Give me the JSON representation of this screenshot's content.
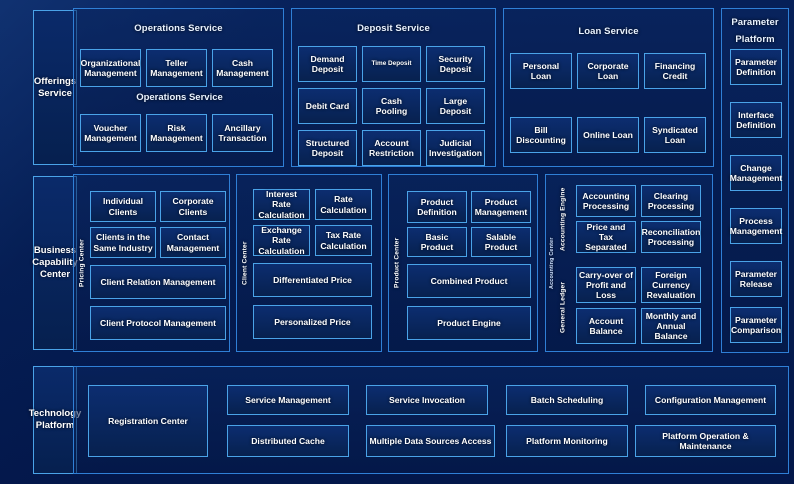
{
  "theme": {
    "bg": "#041a4e",
    "panel_border": "#2f7fd6",
    "tile_border": "#4aa3e8",
    "text": "#ffffff"
  },
  "rows": {
    "offerings": {
      "label": "Offerings\nService",
      "label_line1": "Offerings",
      "label_line2": "Service"
    },
    "business": {
      "label_line1": "Business",
      "label_line2": "Capability",
      "label_line3": "Center"
    },
    "technology": {
      "label_line1": "Technology",
      "label_line2": "Platform"
    }
  },
  "offerings_service": {
    "groups": [
      {
        "title": "Operations Service",
        "overlay_title": "Operations Service",
        "tiles": [
          "Organizational Management",
          "Teller Management",
          "Cash Management",
          "Voucher Management",
          "Risk Management",
          "Ancillary Transaction"
        ]
      },
      {
        "title": "Deposit Service",
        "tiles": [
          "Demand Deposit",
          "Time Deposit",
          "Security Deposit",
          "Debit Card",
          "Cash Pooling",
          "Large Deposit",
          "Structured Deposit",
          "Account Restriction",
          "Judicial Investigation"
        ]
      },
      {
        "title": "Loan Service",
        "tiles": [
          "Personal Loan",
          "Corporate Loan",
          "Financing Credit",
          "Bill Discounting",
          "Online Loan",
          "Syndicated Loan"
        ]
      }
    ]
  },
  "parameter_platform": {
    "title_line1": "Parameter",
    "title_line2": "Platform",
    "tiles": [
      "Parameter Definition",
      "Interface Definition",
      "Change Management",
      "Process Management",
      "Parameter Release",
      "Parameter Comparison"
    ]
  },
  "business_capability_center": {
    "centers": [
      {
        "vertical_label": "Pricing Center",
        "tiles": [
          "Individual Clients",
          "Corporate Clients",
          "Clients in the Same Industry",
          "Contact Management"
        ],
        "wide_tiles": [
          "Client Relation Management",
          "Client Protocol Management"
        ]
      },
      {
        "vertical_label": "Client Center",
        "tiles": [
          "Interest Rate Calculation",
          "Rate Calculation",
          "Exchange Rate Calculation",
          "Tax Rate Calculation"
        ],
        "wide_tiles": [
          "Differentiated Price",
          "Personalized Price"
        ]
      },
      {
        "vertical_label": "Product Center",
        "tiles": [
          "Product Definition",
          "Product Management",
          "Basic Product",
          "Salable Product"
        ],
        "wide_tiles": [
          "Combined Product",
          "Product Engine"
        ]
      },
      {
        "vertical_label": "Accounting Center",
        "sub_label_top": "Accounting Engine",
        "sub_label_bottom": "General Ledger",
        "engine_tiles": [
          "Accounting Processing",
          "Clearing Processing",
          "Price and Tax Separated",
          "Reconciliation Processing"
        ],
        "ledger_tiles": [
          "Carry-over of Profit and Loss",
          "Foreign Currency Revaluation",
          "Account Balance",
          "Monthly and Annual Balance"
        ]
      }
    ]
  },
  "technology_platform": {
    "registration": "Registration Center",
    "tiles": [
      "Service Management",
      "Service Invocation",
      "Batch Scheduling",
      "Configuration Management",
      "Distributed Cache",
      "Multiple Data Sources Access",
      "Platform Monitoring",
      "Platform Operation & Maintenance"
    ]
  }
}
